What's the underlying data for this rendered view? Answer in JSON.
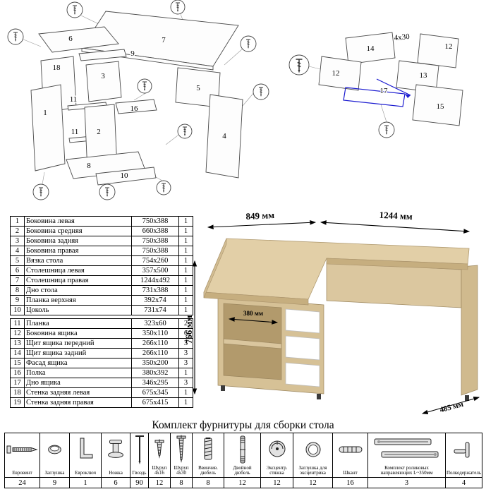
{
  "doc": {
    "hardware_title": "Комплект фурнитуры для сборки стола"
  },
  "parts": {
    "rows_a": [
      {
        "num": "1",
        "name": "Боковина левая",
        "size": "750x388",
        "qty": "1"
      },
      {
        "num": "2",
        "name": "Боковина средняя",
        "size": "660x388",
        "qty": "1"
      },
      {
        "num": "3",
        "name": "Боковина задняя",
        "size": "750x388",
        "qty": "1"
      },
      {
        "num": "4",
        "name": "Боковина правая",
        "size": "750x388",
        "qty": "1"
      },
      {
        "num": "5",
        "name": "Вязка стола",
        "size": "754x260",
        "qty": "1"
      },
      {
        "num": "6",
        "name": "Столешница левая",
        "size": "357x500",
        "qty": "1"
      },
      {
        "num": "7",
        "name": "Столешница правая",
        "size": "1244x492",
        "qty": "1"
      },
      {
        "num": "8",
        "name": "Дно стола",
        "size": "731x388",
        "qty": "1"
      },
      {
        "num": "9",
        "name": "Планка верхняя",
        "size": "392x74",
        "qty": "1"
      },
      {
        "num": "10",
        "name": "Цоколь",
        "size": "731x74",
        "qty": "1"
      }
    ],
    "rows_b": [
      {
        "num": "11",
        "name": "Планка",
        "size": "323x60",
        "qty": "2"
      },
      {
        "num": "12",
        "name": "Боковина ящика",
        "size": "350x110",
        "qty": "6"
      },
      {
        "num": "13",
        "name": "Щит ящика передний",
        "size": "266x110",
        "qty": "3"
      },
      {
        "num": "14",
        "name": "Щит ящика задний",
        "size": "266x110",
        "qty": "3"
      },
      {
        "num": "15",
        "name": "Фасад ящика",
        "size": "350x200",
        "qty": "3"
      },
      {
        "num": "16",
        "name": "Полка",
        "size": "380x392",
        "qty": "1"
      },
      {
        "num": "17",
        "name": "Дно ящика",
        "size": "346x295",
        "qty": "3"
      },
      {
        "num": "18",
        "name": "Стенка задняя левая",
        "size": "675x345",
        "qty": "1"
      },
      {
        "num": "19",
        "name": "Стенка задняя правая",
        "size": "675x415",
        "qty": "1"
      }
    ]
  },
  "desk": {
    "dims": {
      "w_left": "849 мм",
      "w_right": "1244 мм",
      "height": "766 мм",
      "shelf": "380 мм",
      "depth": "485 мм"
    },
    "wood_color": "#e2cfa7",
    "drawer_color": "#ffffff"
  },
  "diagram_left": {
    "labels": {
      "n1": "1",
      "n2": "2",
      "n3": "3",
      "n4": "4",
      "n5": "5",
      "n6": "6",
      "n7": "7",
      "n8": "8",
      "n9": "9",
      "n10": "10",
      "n11a": "11",
      "n11b": "11",
      "n16": "16",
      "n18": "18"
    }
  },
  "diagram_right": {
    "labels": {
      "n12a": "12",
      "n12b": "12",
      "n13": "13",
      "n14": "14",
      "n15": "15",
      "n17": "17",
      "screw": "4x30"
    }
  },
  "hardware": {
    "items": [
      {
        "name": "Евровинт",
        "qty": "24"
      },
      {
        "name": "Заглушка",
        "qty": "9"
      },
      {
        "name": "Евроключ",
        "qty": "1"
      },
      {
        "name": "Ножка",
        "qty": "6"
      },
      {
        "name": "Гвоздь",
        "qty": "90"
      },
      {
        "name": "Шуруп 4x16",
        "qty": "12"
      },
      {
        "name": "Шуруп 4x30",
        "qty": "8"
      },
      {
        "name": "Ввинчив. дюбель",
        "qty": "8"
      },
      {
        "name": "Двойной дюбель",
        "qty": "12"
      },
      {
        "name": "Эксцентр. стяжка",
        "qty": "12"
      },
      {
        "name": "Заглушка для эксцентрика",
        "qty": "12"
      },
      {
        "name": "Шкант",
        "qty": "16"
      },
      {
        "name": "Комплект роликовых направляющих L~350мм",
        "qty": "3"
      },
      {
        "name": "Полкодержатель",
        "qty": "4"
      }
    ]
  }
}
